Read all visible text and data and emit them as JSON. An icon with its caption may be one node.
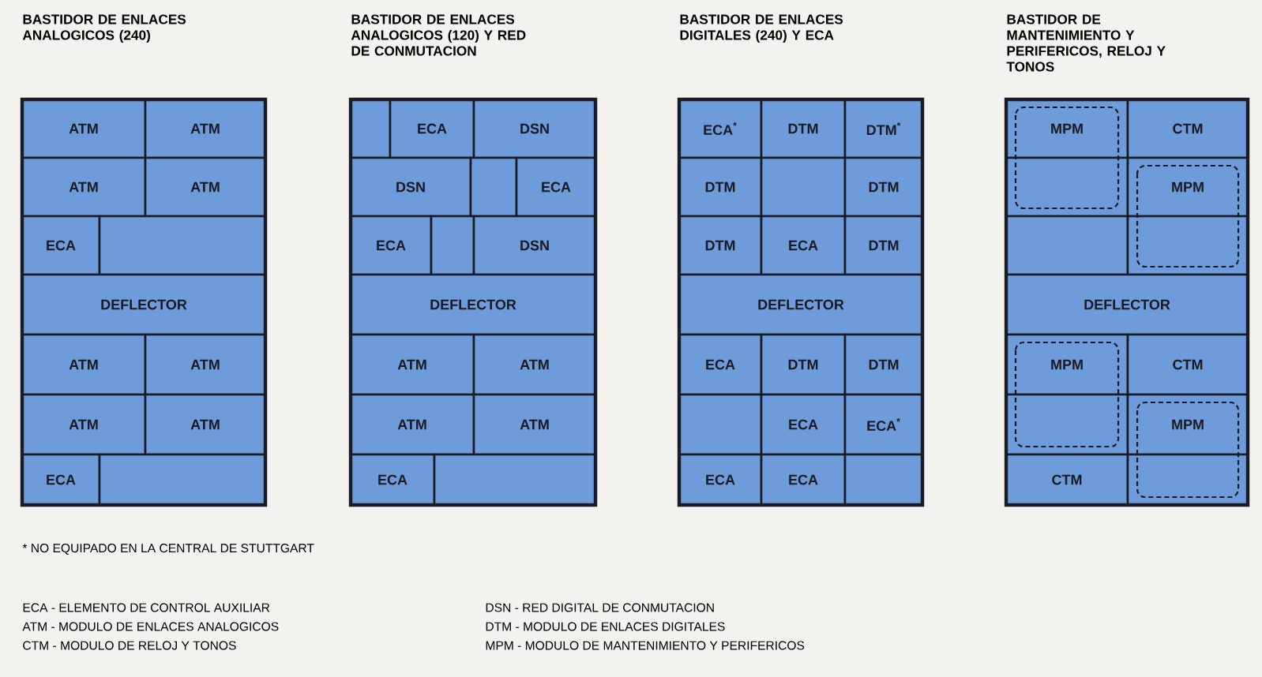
{
  "diagram": {
    "nodes": [
      {
        "text": [
          "BASTIDOR DE ENLACES ANALOGICOS (240)"
        ]
      },
      {
        "text": [
          "ATM"
        ],
        "in": 0
      },
      {
        "text": [
          "ATM"
        ],
        "in": 0
      },
      {
        "text": [
          "ATM"
        ],
        "in": 0
      },
      {
        "text": [
          "ATM"
        ],
        "in": 0
      },
      {
        "text": [
          "ECA"
        ],
        "in": 0
      },
      {
        "text": [],
        "shape": "box",
        "in": 0
      },
      {
        "text": [
          "DEFLECTOR"
        ],
        "in": 0
      },
      {
        "text": [
          "ATM"
        ],
        "in": 0
      },
      {
        "text": [
          "ATM"
        ],
        "in": 0
      },
      {
        "text": [
          "ATM"
        ],
        "in": 0
      },
      {
        "text": [
          "ATM"
        ],
        "in": 0
      },
      {
        "text": [
          "ECA"
        ],
        "in": 0
      },
      {
        "text": [],
        "shape": "box",
        "in": 0
      },
      {
        "text": [
          "BASTIDOR DE ENLACES ANALOGICOS (120) Y RED DE CONMUTACION"
        ]
      },
      {
        "text": [],
        "shape": "box",
        "in": 14
      },
      {
        "text": [
          "ECA"
        ],
        "in": 14
      },
      {
        "text": [
          "DSN"
        ],
        "in": 14
      },
      {
        "text": [
          "DSN"
        ],
        "in": 14
      },
      {
        "text": [],
        "shape": "box",
        "in": 14
      },
      {
        "text": [
          "ECA"
        ],
        "in": 14
      },
      {
        "text": [
          "ECA"
        ],
        "in": 14
      },
      {
        "text": [],
        "shape": "box",
        "in": 14
      },
      {
        "text": [
          "DSN"
        ],
        "in": 14
      },
      {
        "text": [
          "DEFLECTOR"
        ],
        "in": 14
      },
      {
        "text": [
          "ATM"
        ],
        "in": 14
      },
      {
        "text": [
          "ATM"
        ],
        "in": 14
      },
      {
        "text": [
          "ATM"
        ],
        "in": 14
      },
      {
        "text": [
          "ATM"
        ],
        "in": 14
      },
      {
        "text": [
          "ECA"
        ],
        "in": 14
      },
      {
        "text": [],
        "shape": "box",
        "in": 14
      },
      {
        "text": [
          "BASTIDOR DE ENLACES DIGITALES (240) Y ECA"
        ]
      },
      {
        "text": [
          "ECA$^{*}$"
        ],
        "in": 31
      },
      {
        "text": [
          "DTM"
        ],
        "in": 31
      },
      {
        "text": [
          "DTM$^{*}$"
        ],
        "in": 31
      },
      {
        "text": [
          "DTM"
        ],
        "in": 31
      },
      {
        "text": [],
        "shape": "box",
        "in": 31
      },
      {
        "text": [
          "DTM"
        ],
        "in": 31
      },
      {
        "text": [
          "DTM"
        ],
        "in": 31
      },
      {
        "text": [
          "ECA"
        ],
        "in": 31
      },
      {
        "text": [
          "DTM"
        ],
        "in": 31
      },
      {
        "text": [
          "DEFLECTOR"
        ],
        "in": 31
      },
      {
        "text": [
          "ECA"
        ],
        "in": 31
      },
      {
        "text": [
          "DTM"
        ],
        "in": 31
      },
      {
        "text": [
          "DTM"
        ],
        "in": 31
      },
      {
        "text": [],
        "shape": "box",
        "in": 31
      },
      {
        "text": [
          "ECA"
        ],
        "in": 31
      },
      {
        "text": [
          "ECA$^{*}$"
        ],
        "in": 31
      },
      {
        "text": [
          "ECA"
        ],
        "in": 31
      },
      {
        "text": [
          "ECA"
        ],
        "in": 31
      },
      {
        "text": [],
        "shape": "box",
        "in": 31
      },
      {
        "text": [
          "BASTIDOR DE MANTENIMIENTO Y PERIFERICOS, RELOJ Y TONOS"
        ]
      },
      {
        "text": [
          "MPM"
        ],
        "in": 51
      },
      {
        "text": [
          "CTM"
        ],
        "in": 51
      },
      {
        "text": [],
        "shape": "box",
        "in": 51
      },
      {
        "text": [
          "MPM"
        ],
        "in": 51
      },
      {
        "text": [],
        "shape": "box",
        "in": 51
      },
      {
        "text": [],
        "shape": "box",
        "in": 51
      },
      {
        "text": [
          "DEFLECTOR"
        ],
        "in": 51
      },
      {
        "text": [
          "MPM"
        ],
        "in": 51
      },
      {
        "text": [
          "CTM"
        ],
        "in": 51
      },
      {
        "text": [],
        "shape": "box",
        "in": 51
      },
      {
        "text": [
          "MPM"
        ],
        "in": 51
      },
      {
        "text": [
          "CTM"
        ],
        "in": 51
      },
      {
        "text": [],
        "shape": "box",
        "in": 51
      }
    ],
    "edges": [],
    "labels": [
      "* NO EQUIPADO EN LA CENTRAL DE STUTTGART",
      "ECA - ELEMENTO DE CONTROL AUXILIAR",
      "DSN - RED DIGITAL DE CONMUTACION",
      "ATM - MODULO DE ENLACES ANALOGICOS",
      "DTM - MODULO DE ENLACES DIGITALES",
      "CTM - MODULO DE RELOJ Y TONOS",
      "MPM - MODULO DE MANTENIMIENTO Y PERIFERICOS"
    ]
  }
}
